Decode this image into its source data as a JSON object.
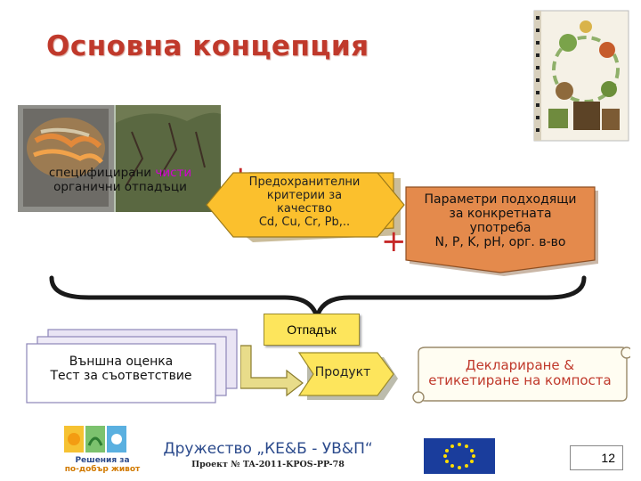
{
  "title": "Основна концепция",
  "photo_label": {
    "line1_before": "специфицирани ",
    "line1_highlight": "чисти",
    "line2": "органични отпадъци"
  },
  "criteria_box": {
    "line1": "Предохранителни",
    "line2": "критерии за",
    "line3": "качество",
    "line4": "Cd, Cu, Cr, Pb,.."
  },
  "parameters_box": {
    "line1": "Параметри подходящи",
    "line2": "за конкретната",
    "line3": "употреба",
    "line4": "N, P, K, pH, орг. в-во"
  },
  "plus_signs": [
    "+",
    "+"
  ],
  "waste_label": "Отпадък",
  "product_label": "Продукт",
  "assessment_box": {
    "line1": "Външна оценка",
    "line2": "Тест за съответствие"
  },
  "declaration_box": {
    "line1": "Деклариране &",
    "line2": "етикетиране на компоста"
  },
  "footer": {
    "logo_text_line1": "Решения за",
    "logo_text_line2": "по-добър живот",
    "organization": "Дружество „КЕ&Б - УВ&П“",
    "project": "Проект № TA-2011-KPOS-PP-78"
  },
  "page_number": "12",
  "colors": {
    "title": "#c0392b",
    "criteria_fill": "#fbc02d",
    "parameters_fill": "#e48a4c",
    "declaration_text": "#c0392b",
    "product_fill": "#fde55c",
    "highlight": "#d400d4",
    "plus": "#c62828",
    "eu_blue": "#1a3d9c",
    "eu_stars": "#ffdd00"
  },
  "icons": [
    "compost-photo",
    "compost-cycle-diagram",
    "eu-flag-icon",
    "logo-sun-icon"
  ]
}
